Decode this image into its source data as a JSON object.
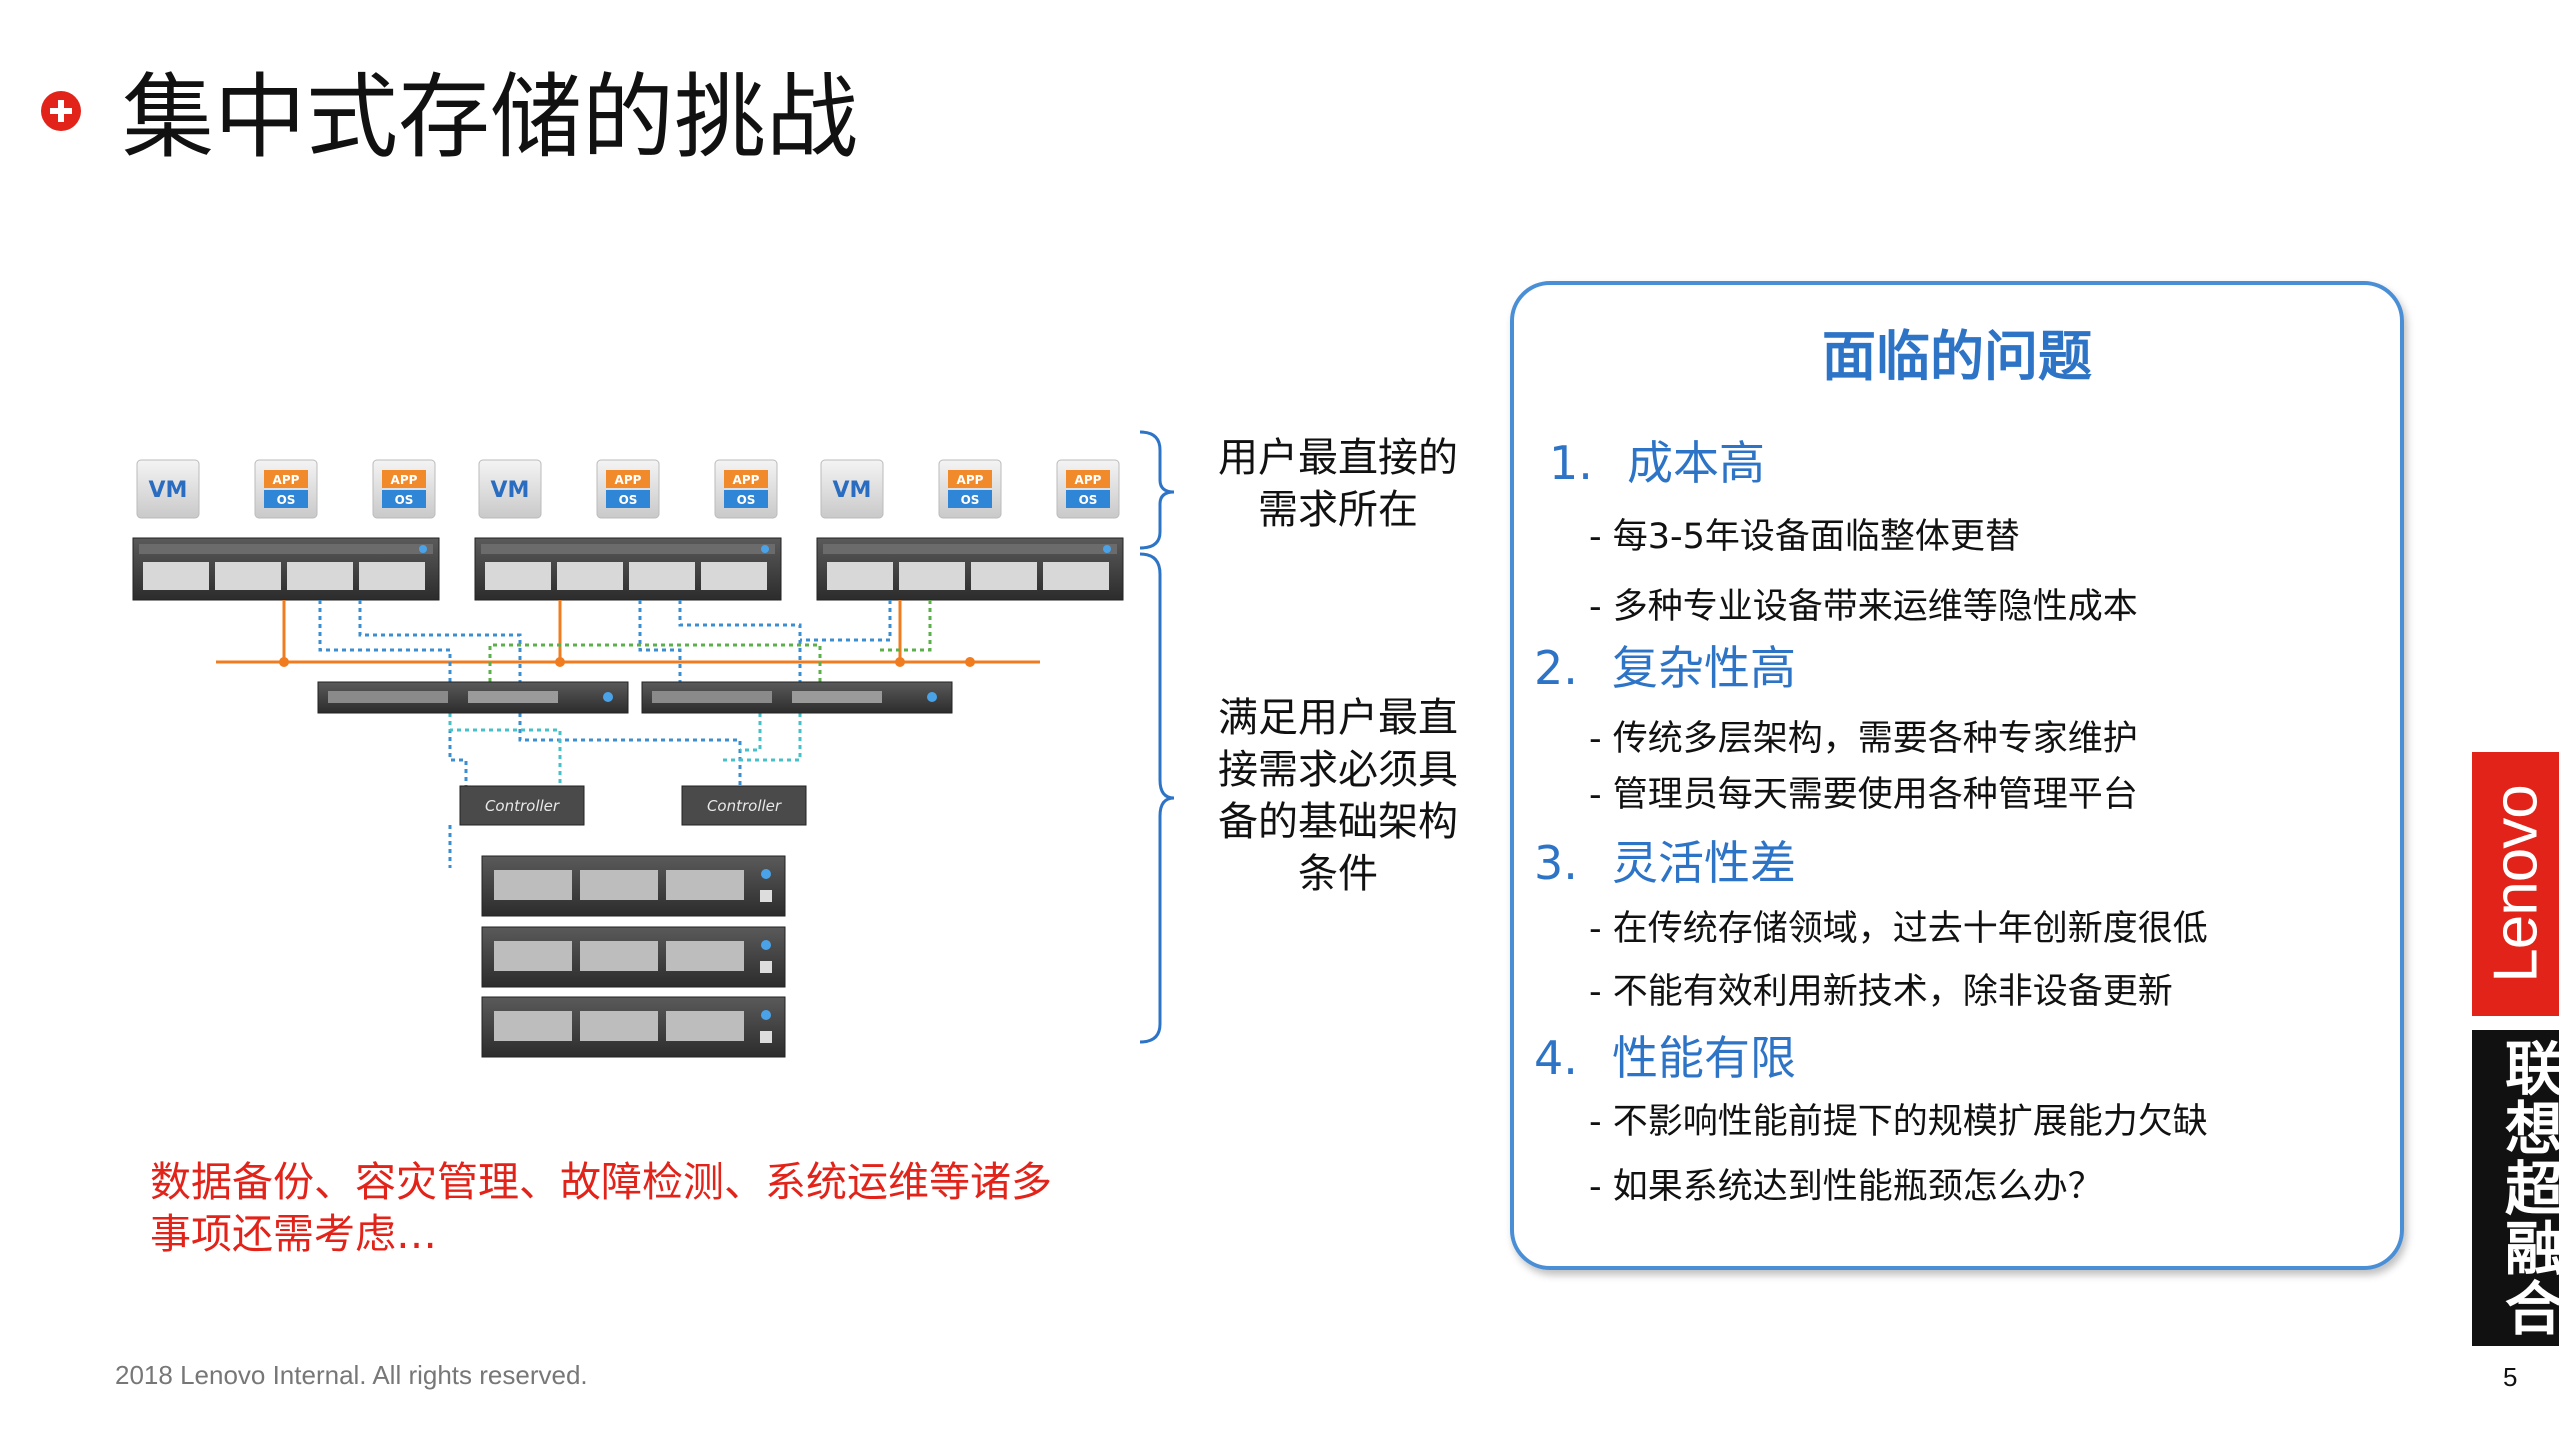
{
  "title": "集中式存储的挑战",
  "diagram": {
    "vm_label": "VM",
    "app_label": "APP",
    "os_label": "OS",
    "controller_label": "Controller"
  },
  "brace_top_label": [
    "用户最直接的",
    "需求所在"
  ],
  "brace_mid_label": [
    "满足用户最直",
    "接需求必须具",
    "备的基础架构",
    "条件"
  ],
  "red_note": [
    "数据备份、容灾管理、故障检测、系统运维等诸多",
    "事项还需考虑…"
  ],
  "issues": {
    "title": "面临的问题",
    "groups": [
      {
        "num": "1.",
        "head": "成本高",
        "items": [
          "- 每3-5年设备面临整体更替",
          "- 多种专业设备带来运维等隐性成本"
        ]
      },
      {
        "num": "2.",
        "head": "复杂性高",
        "items": [
          "- 传统多层架构，需要各种专家维护",
          "- 管理员每天需要使用各种管理平台"
        ]
      },
      {
        "num": "3.",
        "head": "灵活性差",
        "items": [
          "- 在传统存储领域，过去十年创新度很低",
          "- 不能有效利用新技术，除非设备更新"
        ]
      },
      {
        "num": "4.",
        "head": "性能有限",
        "items": [
          "- 不影响性能前提下的规模扩展能力欠缺",
          "- 如果系统达到性能瓶颈怎么办？"
        ]
      }
    ]
  },
  "footer": "2018 Lenovo Internal. All rights reserved.",
  "page_number": "5",
  "brand": {
    "logo": "Lenovo",
    "product": "联想超融合"
  },
  "colors": {
    "accent_red": "#e2231a",
    "accent_blue": "#2e74c6",
    "line_orange": "#f07c1f",
    "line_green": "#5bb04a",
    "line_blue": "#3b8fd0"
  }
}
